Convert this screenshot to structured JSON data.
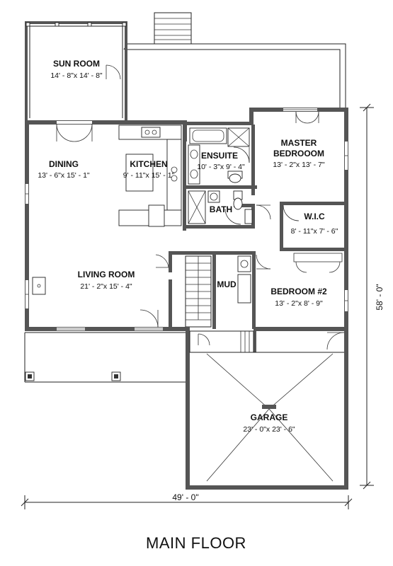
{
  "title": "MAIN FLOOR",
  "overall_width": "49' - 0\"",
  "overall_depth": "58' - 0\"",
  "rooms": [
    {
      "key": "sun_room",
      "name": "SUN ROOM",
      "dims": "14' - 8\"x 14' - 8\""
    },
    {
      "key": "dining",
      "name": "DINING",
      "dims": "13' - 6\"x 15' - 1\""
    },
    {
      "key": "kitchen",
      "name": "KITCHEN",
      "dims": "9' - 11\"x 15' - 1\""
    },
    {
      "key": "ensuite",
      "name": "ENSUITE",
      "dims": "10' - 3\"x 9' - 4\""
    },
    {
      "key": "master_bedroom",
      "name_lines": [
        "MASTER",
        "BEDROOOM"
      ],
      "dims": "13' - 2\"x 13' - 7\""
    },
    {
      "key": "bath",
      "name": "BATH"
    },
    {
      "key": "wic",
      "name": "W.I.C",
      "dims": "8' - 11\"x 7' - 6\""
    },
    {
      "key": "living_room",
      "name": "LIVING ROOM",
      "dims": "21' - 2\"x 15' - 4\""
    },
    {
      "key": "mud",
      "name": "MUD"
    },
    {
      "key": "bedroom_2",
      "name": "BEDROOM #2",
      "dims": "13' - 2\"x 8' - 9\""
    },
    {
      "key": "garage",
      "name": "GARAGE",
      "dims": "23' - 0\"x 23' - 6\""
    }
  ]
}
